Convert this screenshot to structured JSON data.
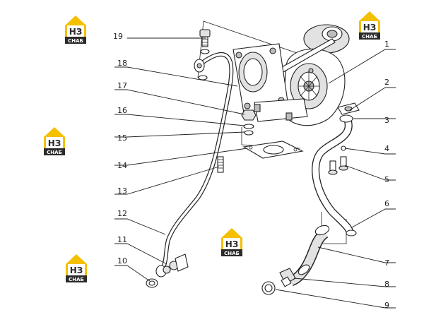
{
  "brand": {
    "logo_mark": "НЗ",
    "logo_word": "СНАБ",
    "colors": {
      "yellow": "#f5c000",
      "dark": "#2b2b2b"
    }
  },
  "callouts": {
    "n1": "1",
    "n2": "2",
    "n3": "3",
    "n4": "4",
    "n5": "5",
    "n6": "6",
    "n7": "7",
    "n8": "8",
    "n9": "9",
    "n10": "10",
    "n11": "11",
    "n12": "12",
    "n13": "13",
    "n14": "14",
    "n15": "15",
    "n16": "16",
    "n17": "17",
    "n18": "18",
    "n19": "19"
  }
}
